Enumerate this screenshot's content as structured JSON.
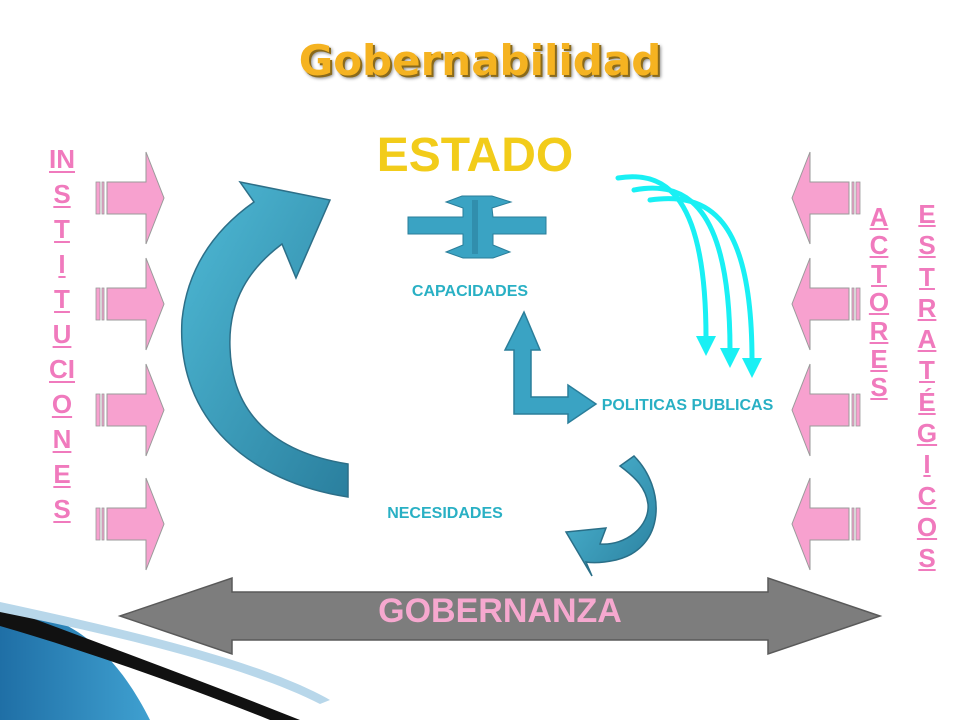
{
  "title": "Gobernabilidad",
  "estado": "ESTADO",
  "capacidades": "CAPACIDADES",
  "politicas_publicas": "POLITICAS PUBLICAS",
  "necesidades": "NECESIDADES",
  "gobernanza": "GOBERNANZA",
  "instituciones_column": [
    "IN",
    "S",
    "T",
    "I",
    "T",
    "U",
    "CI",
    "O",
    "N",
    "E",
    "S"
  ],
  "actores_column": [
    "A",
    "C",
    "T",
    "O",
    "R",
    "E",
    "S"
  ],
  "estrategicos_column": [
    "E",
    "S",
    "T",
    "R",
    "A",
    "T",
    "É",
    "G",
    "I",
    "C",
    "O",
    "S"
  ],
  "colors": {
    "title": "#f5b321",
    "estado": "#f2cc1a",
    "labels": "#29b0c4",
    "side_text": "#f07abd",
    "pink_arrows": "#f7a1cf",
    "teal_arrows": "#3aa3c3",
    "cyan_arrows": "#19f0f4",
    "gobernanza_arrow": "#808080",
    "gobernanza_text": "#f6a8cf"
  }
}
